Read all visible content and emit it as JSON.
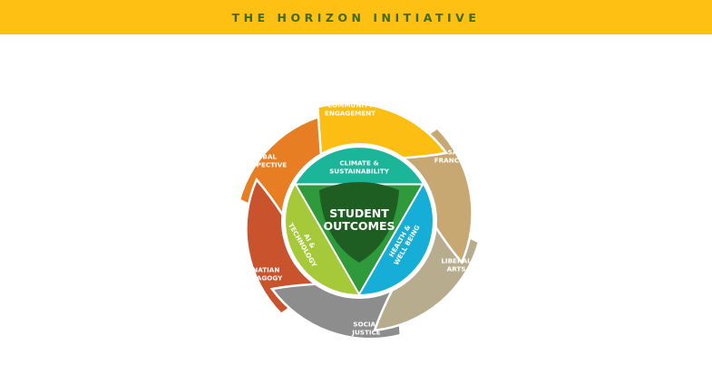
{
  "header": {
    "title": "THE HORIZON INITIATIVE",
    "background": "#FDC013",
    "text_color": "#3E6B1F"
  },
  "outer_petals": [
    {
      "id": "community-engagement",
      "lines": [
        "COMMUNITY",
        "ENGAGEMENT"
      ],
      "color": "#FDBE14"
    },
    {
      "id": "san-francisco",
      "lines": [
        "SAN",
        "FRANCISCO"
      ],
      "color": "#C8A872"
    },
    {
      "id": "liberal-arts",
      "lines": [
        "LIBERAL",
        "ARTS"
      ],
      "color": "#B8AC8E"
    },
    {
      "id": "social-justice",
      "lines": [
        "SOCIAL",
        "JUSTICE"
      ],
      "color": "#8D8D8D"
    },
    {
      "id": "ignatian-pedagogy",
      "lines": [
        "IGNATIAN",
        "PEDAGOGY"
      ],
      "color": "#C9532C"
    },
    {
      "id": "global-perspective",
      "lines": [
        "GLOBAL",
        "PERSPECTIVE"
      ],
      "color": "#E87E23"
    }
  ],
  "inner_segments": [
    {
      "id": "climate-sustainability",
      "lines": [
        "CLIMATE &",
        "SUSTAINABILITY"
      ],
      "color": "#1BB59A"
    },
    {
      "id": "health-well-being",
      "lines": [
        "HEALTH &",
        "WELL BEING"
      ],
      "color": "#16ADD6"
    },
    {
      "id": "ai-technology",
      "lines": [
        "AI &",
        "TECHNOLOGY"
      ],
      "color": "#A6C93A"
    }
  ],
  "center": {
    "lines": [
      "STUDENT",
      "OUTCOMES"
    ],
    "triangle_color": "#2E9A3C",
    "shield_color": "#1F5E23"
  }
}
